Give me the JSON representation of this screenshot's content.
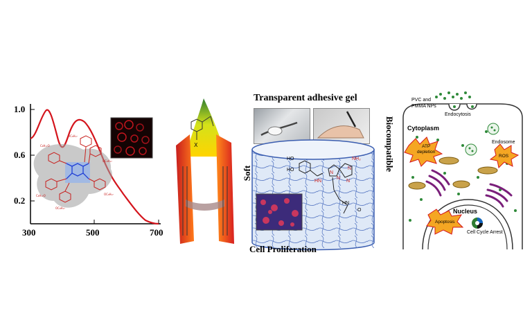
{
  "spectrum": {
    "y_ticks": [
      "1.0",
      "0.6",
      "0.2"
    ],
    "x_ticks": [
      "300",
      "500",
      "700"
    ]
  },
  "gel": {
    "title": "Transparent adhesive gel",
    "side_right": "Biocompatible",
    "side_left": "Soft",
    "bottom": "Cell Proliferation",
    "chem_labels": {
      "ho1": "HO",
      "ho2": "HO",
      "nh2": "NH₂",
      "hn_left": "HN",
      "hn_bottom": "HN",
      "n1": "N",
      "n2": "N",
      "n3": "N",
      "n4": "N",
      "o": "O"
    }
  },
  "cell": {
    "labels": {
      "nps": "PVC and\nPMMA NPs",
      "endocytosis": "Endocytosis",
      "cytoplasm": "Cytoplasm",
      "endosome": "Endosome",
      "atp": "ATP\ndepletion",
      "ros": "ROS",
      "nucleus": "Nucleus",
      "apoptosis": "Apoptosis",
      "cell_cycle": "Cell Cycle Arrest"
    }
  },
  "colors": {
    "curve": "#d4141c",
    "molecule_red": "#c8201e",
    "molecule_blue": "#1f3fd6",
    "golgi": "#7a1f7a",
    "mito": "#c9a24a",
    "vesicle": "#2f8a3a",
    "burst": "#f5a623"
  }
}
